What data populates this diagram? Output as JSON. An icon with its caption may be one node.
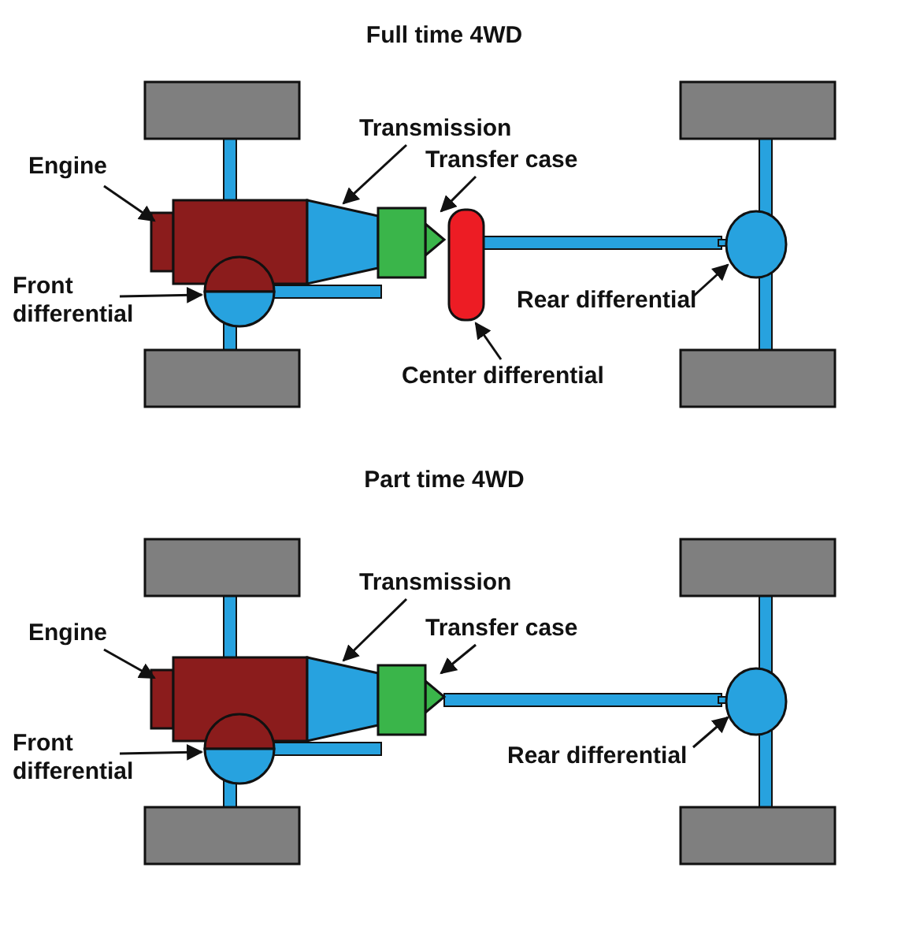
{
  "diagram": {
    "nodes": [
      {
        "text": [
          "Engine"
        ]
      },
      {
        "text": [],
        "shape": "box"
      },
      {
        "text": [
          "Transmission"
        ]
      },
      {
        "text": [],
        "shape": "trapezoid"
      },
      {
        "text": [
          "Transfer case"
        ]
      },
      {
        "text": [],
        "shape": "box"
      },
      {
        "text": [
          "Front differential"
        ]
      },
      {
        "text": [],
        "shape": "circle"
      },
      {
        "text": [
          "Center differential"
        ]
      },
      {
        "text": [],
        "shape": "box"
      },
      {
        "text": [
          "Rear differential"
        ]
      },
      {
        "text": [],
        "shape": "circle"
      },
      {
        "text": [
          "Engine"
        ]
      },
      {
        "text": [],
        "shape": "box"
      },
      {
        "text": [
          "Transmission"
        ]
      },
      {
        "text": [],
        "shape": "trapezoid"
      },
      {
        "text": [
          "Transfer case"
        ]
      },
      {
        "text": [],
        "shape": "box"
      },
      {
        "text": [
          "Front differential"
        ]
      },
      {
        "text": [],
        "shape": "circle"
      },
      {
        "text": [
          "Rear differential"
        ]
      },
      {
        "text": [],
        "shape": "circle"
      }
    ],
    "edges": [
      {
        "from": 0,
        "to": 1,
        "arrow": "to"
      },
      {
        "from": 2,
        "to": 3,
        "arrow": "to"
      },
      {
        "from": 4,
        "to": 5,
        "arrow": "to"
      },
      {
        "from": 6,
        "to": 7,
        "arrow": "to"
      },
      {
        "from": 8,
        "to": 9,
        "arrow": "to"
      },
      {
        "from": 10,
        "to": 11,
        "arrow": "to"
      },
      {
        "from": 12,
        "to": 13,
        "arrow": "to"
      },
      {
        "from": 14,
        "to": 15,
        "arrow": "to"
      },
      {
        "from": 16,
        "to": 17,
        "arrow": "to"
      },
      {
        "from": 18,
        "to": 19,
        "arrow": "to"
      },
      {
        "from": 20,
        "to": 21,
        "arrow": "to"
      }
    ],
    "labels": [
      "Full time 4WD",
      "Part time 4WD"
    ]
  }
}
